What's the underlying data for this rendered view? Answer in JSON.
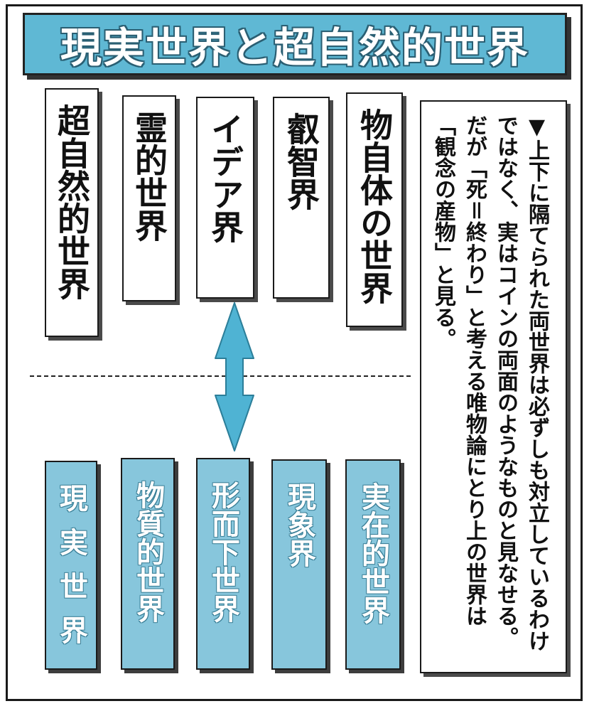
{
  "title": "現実世界と超自然的世界",
  "upper_boxes": [
    {
      "label": "超自然的世界"
    },
    {
      "label": "霊的世界"
    },
    {
      "label": "イデア界"
    },
    {
      "label": "叡智界"
    },
    {
      "label": "物自体の世界"
    }
  ],
  "lower_boxes": [
    {
      "label": "現実世界"
    },
    {
      "label": "物質的世界"
    },
    {
      "label": "形而下世界"
    },
    {
      "label": "現象界"
    },
    {
      "label": "実在的世界"
    }
  ],
  "note": "▼上下に隔てられた両世界は必ずしも対立しているわけではなく、実はコインの両面のようなものと見なせる。だが「死＝終わり」と考える唯物論にとり上の世界は「観念の産物」と見る。",
  "colors": {
    "accent": "#5fb8d4",
    "lower_box": "#87c6dc",
    "arrow": "#4fb3d3"
  }
}
